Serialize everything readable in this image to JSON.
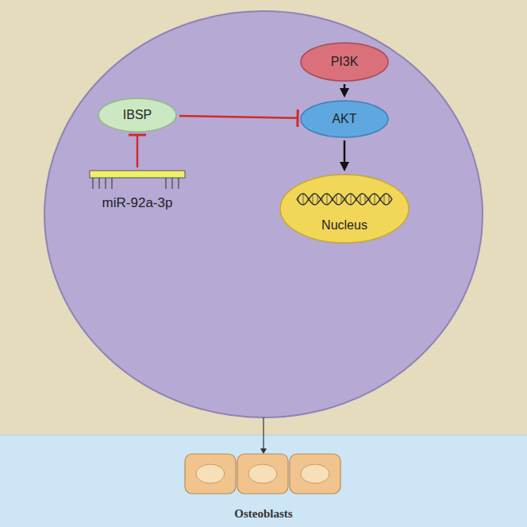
{
  "diagram": {
    "nodes": [
      {
        "text": [
          "PI3K"
        ]
      },
      {
        "text": [
          "IBSP"
        ]
      },
      {
        "text": [
          "AKT"
        ]
      },
      {
        "text": [
          "miR-92a-3p"
        ]
      },
      {
        "text": [
          "Nucleus"
        ]
      },
      {
        "text": [
          "Osteoblasts"
        ]
      }
    ],
    "edges": [
      {
        "from": 3,
        "to": 1,
        "arrow": "to"
      },
      {
        "from": 1,
        "to": 2,
        "arrow": "to"
      },
      {
        "from": 0,
        "to": 2,
        "arrow": "to"
      },
      {
        "from": 2,
        "to": 4,
        "arrow": "to"
      }
    ]
  }
}
